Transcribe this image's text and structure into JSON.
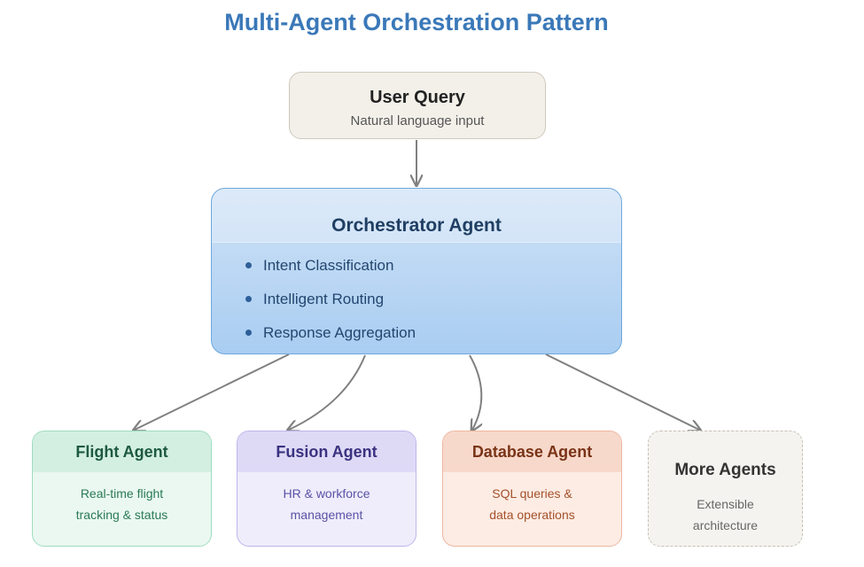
{
  "title": "Multi-Agent Orchestration Pattern",
  "user_query": {
    "heading": "User Query",
    "subtitle": "Natural language input"
  },
  "orchestrator": {
    "heading": "Orchestrator Agent",
    "capabilities": [
      "Intent Classification",
      "Intelligent Routing",
      "Response Aggregation"
    ]
  },
  "agents": [
    {
      "heading": "Flight Agent",
      "lines": [
        "Real-time flight",
        "tracking & status"
      ],
      "accent": "#9fdcbf"
    },
    {
      "heading": "Fusion Agent",
      "lines": [
        "HR & workforce",
        "management"
      ],
      "accent": "#bcb6ea"
    },
    {
      "heading": "Database Agent",
      "lines": [
        "SQL queries &",
        "data operations"
      ],
      "accent": "#eeb6a0"
    },
    {
      "heading": "More Agents",
      "lines": [
        "Extensible",
        "architecture"
      ],
      "accent": "#c6c0b5"
    }
  ],
  "edge_color": "#808080"
}
